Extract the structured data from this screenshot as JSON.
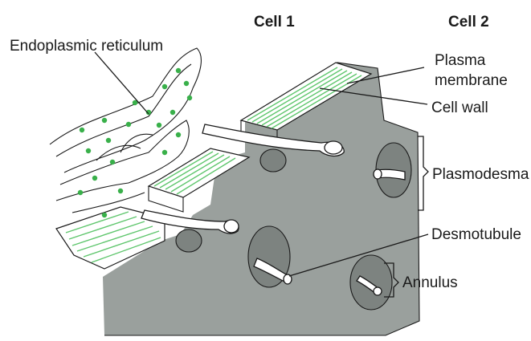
{
  "headers": {
    "cell1": "Cell 1",
    "cell2": "Cell 2"
  },
  "labels": {
    "endoplasmic_reticulum": "Endoplasmic reticulum",
    "plasma_membrane_line1": "Plasma",
    "plasma_membrane_line2": "membrane",
    "cell_wall": "Cell wall",
    "plasmodesma": "Plasmodesma",
    "desmotubule": "Desmotubule",
    "annulus": "Annulus"
  },
  "colors": {
    "cytoplasm_grey": "#9aa09d",
    "cellulose_fibrils": "#5fc66d",
    "er_dots": "#39b04a"
  }
}
